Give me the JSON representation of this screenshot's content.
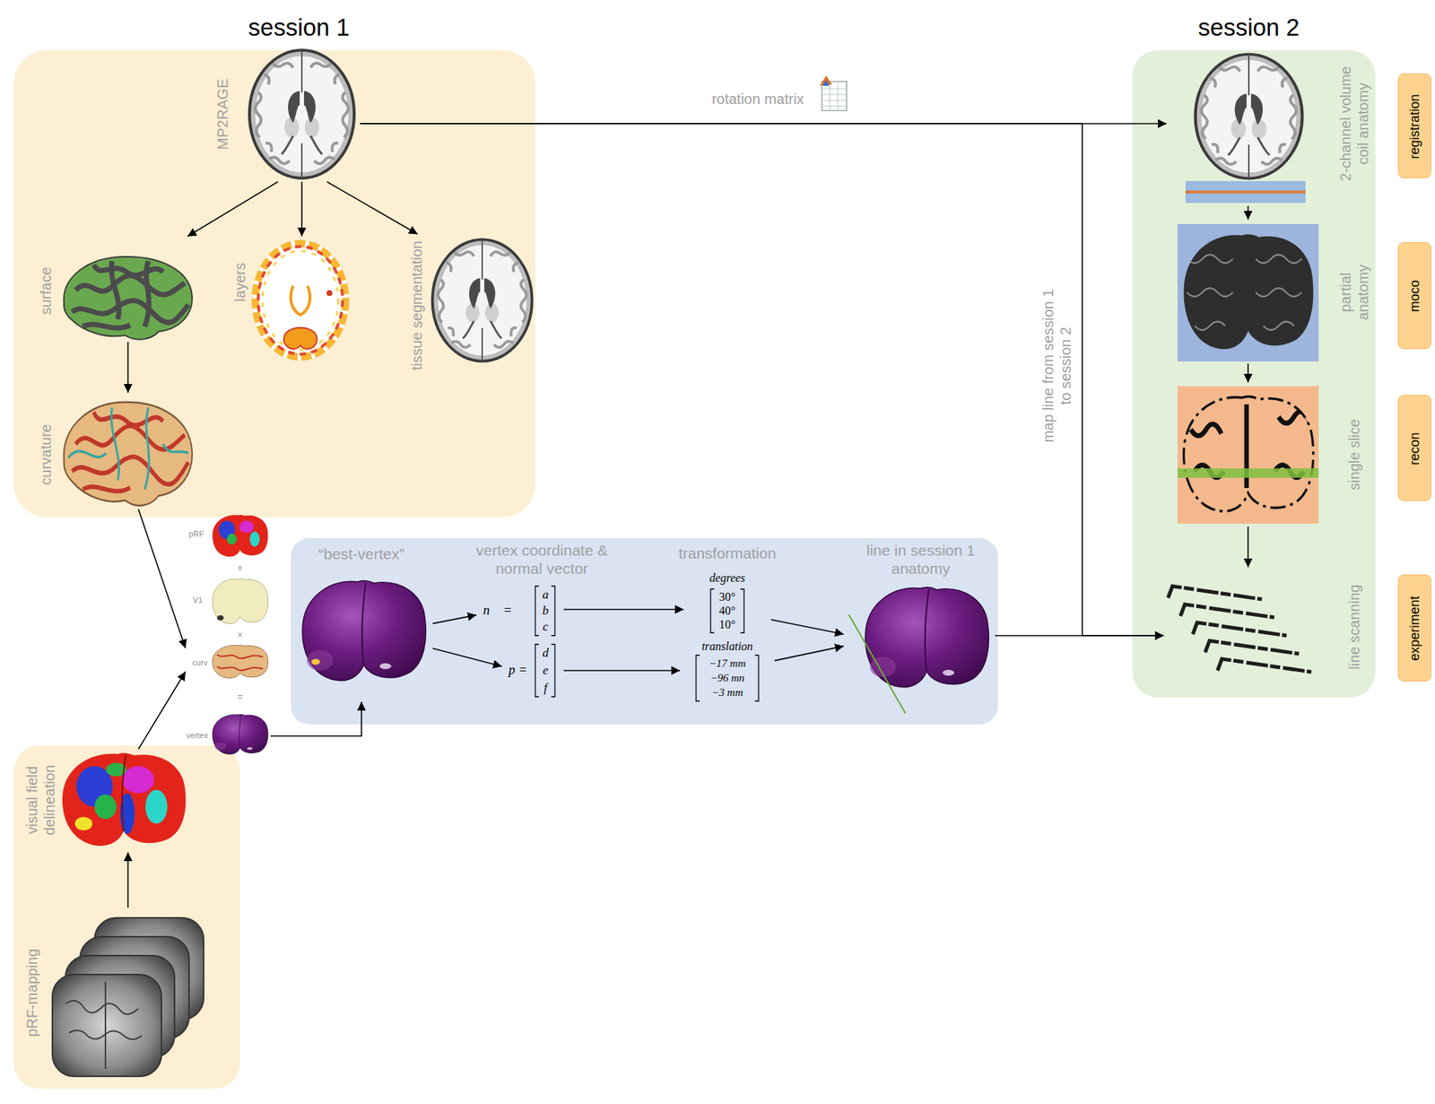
{
  "diagram": {
    "nodes": [
      {
        "text": [
          "session 1"
        ]
      },
      {
        "text": [
          "MP2RAGE"
        ],
        "in": 0
      },
      {
        "text": [
          "surface"
        ],
        "in": 0
      },
      {
        "text": [
          "layers"
        ],
        "in": 0
      },
      {
        "text": [
          "tissue segmentation"
        ],
        "in": 0
      },
      {
        "text": [
          "curvature"
        ],
        "in": 0
      },
      {
        "text": [
          "pRF"
        ]
      },
      {
        "text": [
          "V1"
        ]
      },
      {
        "text": [
          "curv"
        ]
      },
      {
        "text": [
          "vertex"
        ]
      },
      {
        "text": [
          "visual field delineation"
        ]
      },
      {
        "text": [
          "pRF-mapping"
        ]
      },
      {
        "text": [
          "“best-vertex”"
        ]
      },
      {
        "text": [
          "n⃗ =",
          "a",
          "b",
          "c"
        ]
      },
      {
        "text": [
          "p =",
          "d",
          "e",
          "f"
        ]
      },
      {
        "text": [
          "degrees",
          "30°",
          "40°",
          "10°"
        ]
      },
      {
        "text": [
          "translation",
          "−17 mm",
          "−96 mn",
          "−3 mm"
        ]
      },
      {
        "text": [
          "line in session 1 anatomy"
        ]
      },
      {
        "text": [
          "session 2"
        ]
      },
      {
        "text": [
          "2-channel volume coil anatomy"
        ],
        "in": 18
      },
      {
        "text": [
          "partial anatomy"
        ],
        "in": 18
      },
      {
        "text": [
          "single slice"
        ],
        "in": 18
      },
      {
        "text": [
          "line scanning"
        ],
        "in": 18
      },
      {
        "text": [
          "registration"
        ]
      },
      {
        "text": [
          "moco"
        ]
      },
      {
        "text": [
          "recon"
        ]
      },
      {
        "text": [
          "experiment"
        ]
      }
    ],
    "edges": [
      {
        "from": 1,
        "to": 2,
        "arrow": "to"
      },
      {
        "from": 1,
        "to": 3,
        "arrow": "to"
      },
      {
        "from": 1,
        "to": 4,
        "arrow": "to"
      },
      {
        "from": 2,
        "to": 5,
        "arrow": "to"
      },
      {
        "from": 5,
        "to": 8,
        "arrow": "to"
      },
      {
        "from": 11,
        "to": 10,
        "arrow": "to"
      },
      {
        "from": 10,
        "to": 8,
        "arrow": "to"
      },
      {
        "from": 9,
        "to": 12,
        "arrow": "to"
      },
      {
        "from": 12,
        "to": 13,
        "arrow": "to"
      },
      {
        "from": 12,
        "to": 14,
        "arrow": "to"
      },
      {
        "from": 13,
        "to": 15,
        "arrow": "to"
      },
      {
        "from": 14,
        "to": 16,
        "arrow": "to"
      },
      {
        "from": 15,
        "to": 17,
        "arrow": "to"
      },
      {
        "from": 16,
        "to": 17,
        "arrow": "to"
      },
      {
        "from": 17,
        "to": 22,
        "arrow": "to"
      },
      {
        "from": 1,
        "to": 19,
        "label": "rotation matrix",
        "arrow": "to"
      },
      {
        "from": 1,
        "to": 22,
        "label": "map line from session 1 to session 2",
        "arrow": "to"
      },
      {
        "from": 19,
        "to": 20,
        "arrow": "to"
      },
      {
        "from": 20,
        "to": 21,
        "arrow": "to"
      },
      {
        "from": 21,
        "to": 22,
        "arrow": "to"
      }
    ],
    "labels": [
      "vertex coordinate & normal vector",
      "transformation",
      "x",
      "x",
      "="
    ]
  }
}
